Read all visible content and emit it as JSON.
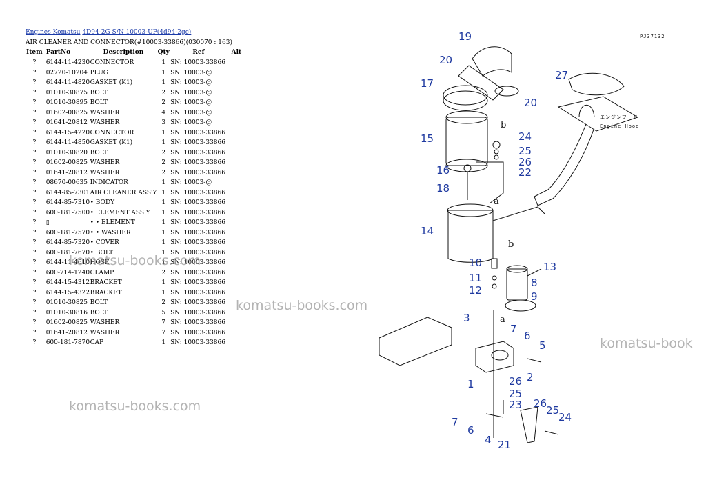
{
  "breadcrumb": {
    "link1": "Engines Komatsu",
    "link2": "4D94-2G S/N 10003-UP(4d94-2gc)"
  },
  "title": "AIR CLEANER AND CONNECTOR(#10003-33866)(030070 : 163)",
  "headers": {
    "item": "Item",
    "partno": "PartNo",
    "desc": "Description",
    "qty": "Qty",
    "ref": "Ref",
    "alt": "Alt"
  },
  "rows": [
    {
      "item": "?",
      "part": "6144-11-4230",
      "desc": "CONNECTOR",
      "qty": "1",
      "ref": "SN: 10003-33866"
    },
    {
      "item": "?",
      "part": "02720-10204",
      "desc": "PLUG",
      "qty": "1",
      "ref": "SN: 10003-@"
    },
    {
      "item": "?",
      "part": "6144-11-4820",
      "desc": "GASKET (K1)",
      "qty": "1",
      "ref": "SN: 10003-@"
    },
    {
      "item": "?",
      "part": "01010-30875",
      "desc": "BOLT",
      "qty": "2",
      "ref": "SN: 10003-@"
    },
    {
      "item": "?",
      "part": "01010-30895",
      "desc": "BOLT",
      "qty": "2",
      "ref": "SN: 10003-@"
    },
    {
      "item": "?",
      "part": "01602-00825",
      "desc": "WASHER",
      "qty": "4",
      "ref": "SN: 10003-@"
    },
    {
      "item": "?",
      "part": "01641-20812",
      "desc": "WASHER",
      "qty": "3",
      "ref": "SN: 10003-@"
    },
    {
      "item": "?",
      "part": "6144-15-4220",
      "desc": "CONNECTOR",
      "qty": "1",
      "ref": "SN: 10003-33866"
    },
    {
      "item": "?",
      "part": "6144-11-4850",
      "desc": "GASKET (K1)",
      "qty": "1",
      "ref": "SN: 10003-33866"
    },
    {
      "item": "?",
      "part": "01010-30820",
      "desc": "BOLT",
      "qty": "2",
      "ref": "SN: 10003-33866"
    },
    {
      "item": "?",
      "part": "01602-00825",
      "desc": "WASHER",
      "qty": "2",
      "ref": "SN: 10003-33866"
    },
    {
      "item": "?",
      "part": "01641-20812",
      "desc": "WASHER",
      "qty": "2",
      "ref": "SN: 10003-33866"
    },
    {
      "item": "?",
      "part": "08670-00635",
      "desc": "INDICATOR",
      "qty": "1",
      "ref": "SN: 10003-@"
    },
    {
      "item": "?",
      "part": "6144-85-7301",
      "desc": "AIR CLEANER ASS'Y",
      "qty": "1",
      "ref": "SN: 10003-33866"
    },
    {
      "item": "?",
      "part": "6144-85-7310",
      "desc": "• BODY",
      "qty": "1",
      "ref": "SN: 10003-33866"
    },
    {
      "item": "?",
      "part": "600-181-7500",
      "desc": "• ELEMENT ASS'Y",
      "qty": "1",
      "ref": "SN: 10003-33866"
    },
    {
      "item": "?",
      "part": "▯",
      "desc": "• • ELEMENT",
      "qty": "1",
      "ref": "SN: 10003-33866"
    },
    {
      "item": "?",
      "part": "600-181-7570",
      "desc": "• • WASHER",
      "qty": "1",
      "ref": "SN: 10003-33866"
    },
    {
      "item": "?",
      "part": "6144-85-7320",
      "desc": "• COVER",
      "qty": "1",
      "ref": "SN: 10003-33866"
    },
    {
      "item": "?",
      "part": "600-181-7670",
      "desc": "• BOLT",
      "qty": "1",
      "ref": "SN: 10003-33866"
    },
    {
      "item": "?",
      "part": "6144-11-4610",
      "desc": "HOSE",
      "qty": "1",
      "ref": "SN: 10003-33866"
    },
    {
      "item": "?",
      "part": "600-714-1240",
      "desc": "CLAMP",
      "qty": "2",
      "ref": "SN: 10003-33866"
    },
    {
      "item": "?",
      "part": "6144-15-4312",
      "desc": "BRACKET",
      "qty": "1",
      "ref": "SN: 10003-33866"
    },
    {
      "item": "?",
      "part": "6144-15-4322",
      "desc": "BRACKET",
      "qty": "1",
      "ref": "SN: 10003-33866"
    },
    {
      "item": "?",
      "part": "01010-30825",
      "desc": "BOLT",
      "qty": "2",
      "ref": "SN: 10003-33866"
    },
    {
      "item": "?",
      "part": "01010-30816",
      "desc": "BOLT",
      "qty": "5",
      "ref": "SN: 10003-33866"
    },
    {
      "item": "?",
      "part": "01602-00825",
      "desc": "WASHER",
      "qty": "7",
      "ref": "SN: 10003-33866"
    },
    {
      "item": "?",
      "part": "01641-20812",
      "desc": "WASHER",
      "qty": "7",
      "ref": "SN: 10003-33866"
    },
    {
      "item": "?",
      "part": "600-181-7870",
      "desc": "CAP",
      "qty": "1",
      "ref": "SN: 10003-33866"
    }
  ],
  "watermark": "komatsu-books.com",
  "watermark_cut": "komatsu-book",
  "diagram": {
    "code": "PJ37132",
    "engine_hood_jp": "エンジンフード",
    "engine_hood": "Engine Hood",
    "callouts": {
      "c1": "1",
      "c2": "2",
      "c3": "3",
      "c4": "4",
      "c5": "5",
      "c6": "6",
      "c6b": "6",
      "c7": "7",
      "c7b": "7",
      "c8": "8",
      "c9": "9",
      "c10": "10",
      "c11": "11",
      "c12": "12",
      "c13": "13",
      "c14": "14",
      "c15": "15",
      "c16": "16",
      "c17": "17",
      "c18": "18",
      "c19": "19",
      "c20": "20",
      "c20b": "20",
      "c21": "21",
      "c22": "22",
      "c23": "23",
      "c24": "24",
      "c24b": "24",
      "c25": "25",
      "c25b": "25",
      "c25c": "25",
      "c26": "26",
      "c26b": "26",
      "c26c": "26",
      "c27": "27"
    },
    "letters": {
      "a1": "a",
      "a2": "a",
      "b1": "b",
      "b2": "b"
    }
  }
}
